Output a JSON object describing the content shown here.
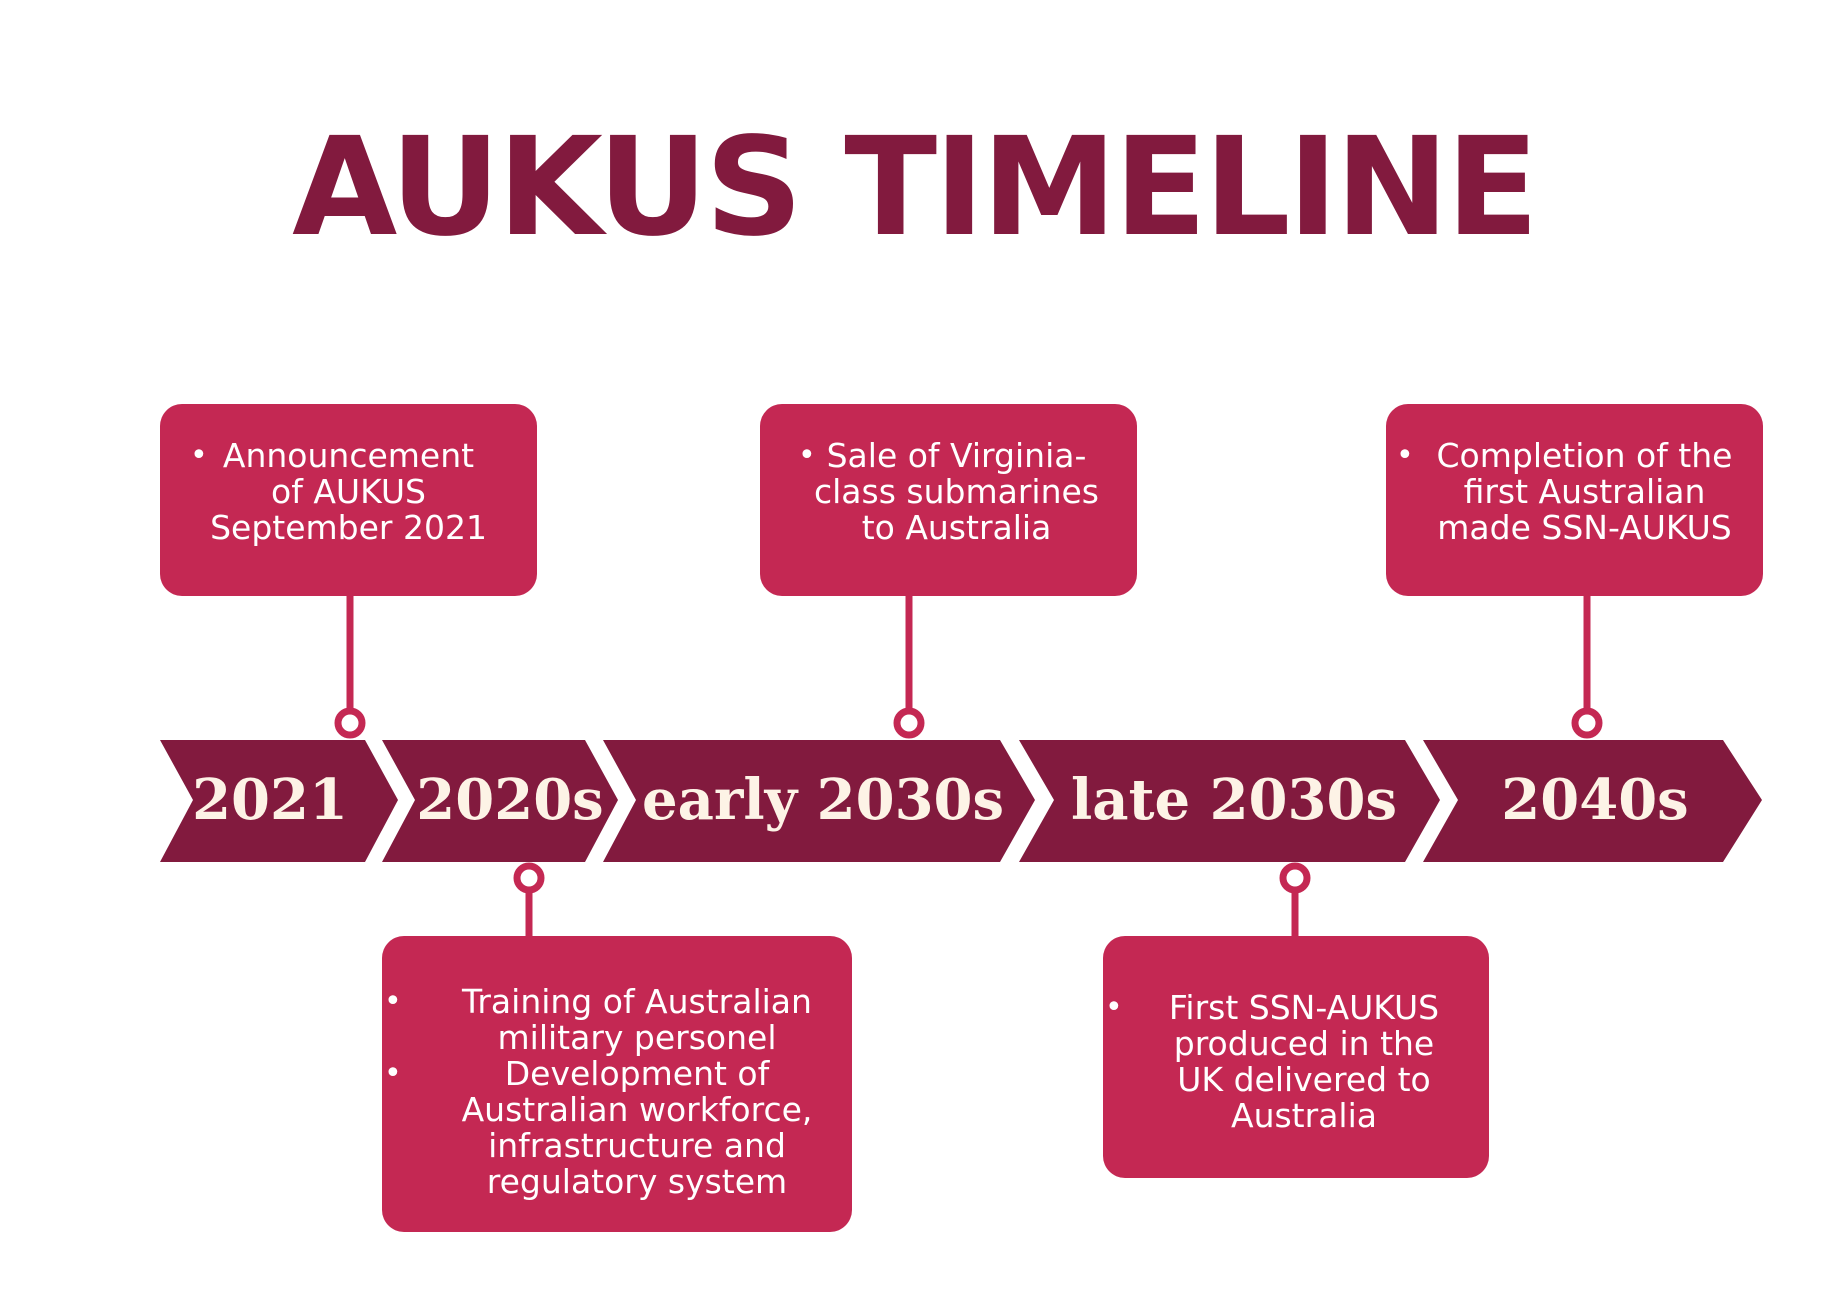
{
  "title": "AUKUS TIMELINE",
  "colors": {
    "dark": "#821a3e",
    "accent": "#c42853",
    "label_text": "#fdf3e6",
    "background": "#ffffff"
  },
  "years": [
    "2021",
    "2020s",
    "early 2030s",
    "late 2030s",
    "2040s"
  ],
  "events": [
    {
      "year": "2021",
      "items": [
        {
          "lines": [
            "Announcement",
            "of AUKUS",
            "September 2021"
          ]
        }
      ]
    },
    {
      "year": "2020s",
      "items": [
        {
          "lines": [
            "Training of Australian",
            "military personel"
          ]
        },
        {
          "lines": [
            "Development of",
            "Australian workforce,",
            "infrastructure and",
            "regulatory system"
          ]
        }
      ]
    },
    {
      "year": "early 2030s",
      "items": [
        {
          "lines": [
            "Sale of Virginia-",
            "class submarines",
            "to Australia"
          ]
        }
      ]
    },
    {
      "year": "late 2030s",
      "items": [
        {
          "lines": [
            "First SSN-AUKUS",
            "produced in the",
            "UK delivered to",
            "Australia"
          ]
        }
      ]
    },
    {
      "year": "2040s",
      "items": [
        {
          "lines": [
            "Completion of the",
            "first Australian",
            "made SSN-AUKUS"
          ]
        }
      ]
    }
  ]
}
